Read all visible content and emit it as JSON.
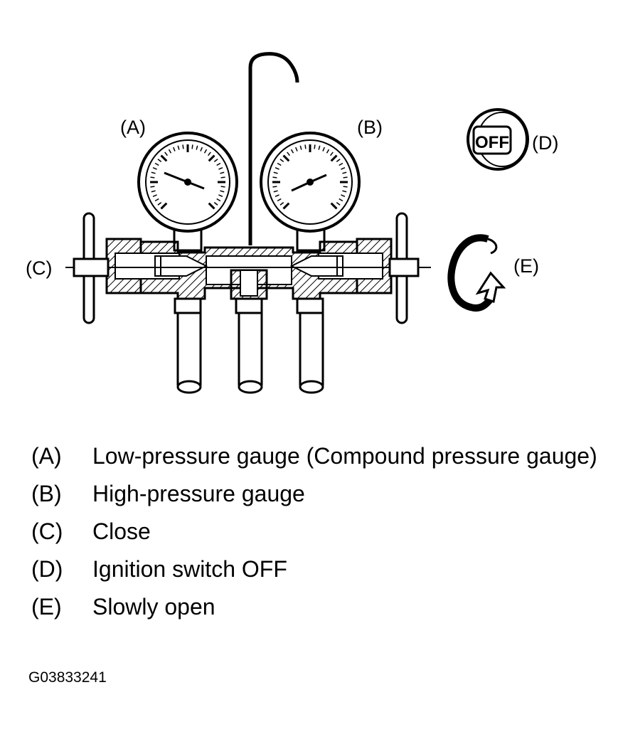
{
  "callouts": {
    "a": "(A)",
    "b": "(B)",
    "c": "(C)",
    "d": "(D)",
    "e": "(E)"
  },
  "switch_label": "OFF",
  "legend": [
    {
      "key": "(A)",
      "text": "Low-pressure gauge (Compound pressure gauge)"
    },
    {
      "key": "(B)",
      "text": "High-pressure gauge"
    },
    {
      "key": "(C)",
      "text": "Close"
    },
    {
      "key": "(D)",
      "text": "Ignition switch OFF"
    },
    {
      "key": "(E)",
      "text": "Slowly open"
    }
  ],
  "figure_code": "G03833241"
}
